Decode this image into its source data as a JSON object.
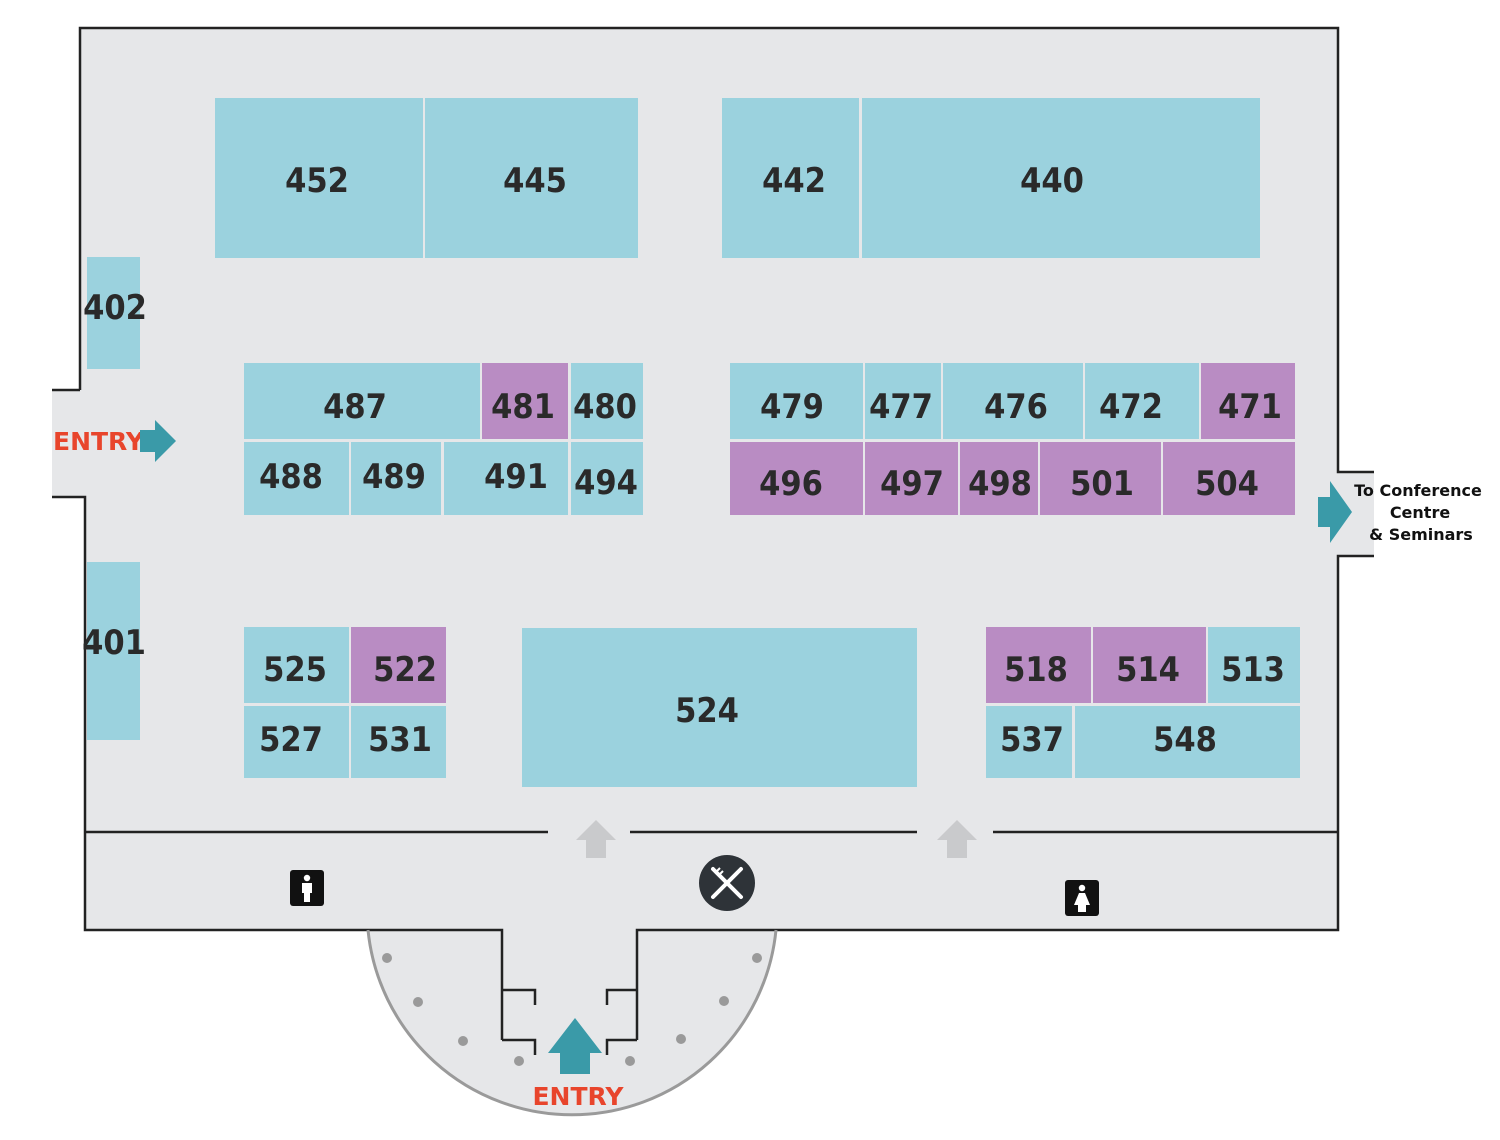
{
  "colors": {
    "floor": "#e6e7e9",
    "wall": "#222222",
    "stand_blue": "#9bd2de",
    "stand_purple": "#b98cc3",
    "arrow_teal": "#3a9aa8",
    "entry_red": "#e8452c",
    "label_dark": "#2a2a2a",
    "icon_dark": "#2e3338"
  },
  "stands": [
    {
      "id": "452",
      "color": "blue"
    },
    {
      "id": "445",
      "color": "blue"
    },
    {
      "id": "442",
      "color": "blue"
    },
    {
      "id": "440",
      "color": "blue"
    },
    {
      "id": "402",
      "color": "blue"
    },
    {
      "id": "401",
      "color": "blue"
    },
    {
      "id": "487",
      "color": "blue"
    },
    {
      "id": "481",
      "color": "purple"
    },
    {
      "id": "480",
      "color": "blue"
    },
    {
      "id": "488",
      "color": "blue"
    },
    {
      "id": "489",
      "color": "blue"
    },
    {
      "id": "491",
      "color": "blue"
    },
    {
      "id": "494",
      "color": "blue"
    },
    {
      "id": "479",
      "color": "blue"
    },
    {
      "id": "477",
      "color": "blue"
    },
    {
      "id": "476",
      "color": "blue"
    },
    {
      "id": "472",
      "color": "blue"
    },
    {
      "id": "471",
      "color": "purple"
    },
    {
      "id": "496",
      "color": "purple"
    },
    {
      "id": "497",
      "color": "purple"
    },
    {
      "id": "498",
      "color": "purple"
    },
    {
      "id": "501",
      "color": "purple"
    },
    {
      "id": "504",
      "color": "purple"
    },
    {
      "id": "525",
      "color": "blue"
    },
    {
      "id": "522",
      "color": "purple"
    },
    {
      "id": "527",
      "color": "blue"
    },
    {
      "id": "531",
      "color": "blue"
    },
    {
      "id": "524",
      "color": "blue"
    },
    {
      "id": "518",
      "color": "purple"
    },
    {
      "id": "514",
      "color": "purple"
    },
    {
      "id": "513",
      "color": "blue"
    },
    {
      "id": "537",
      "color": "blue"
    },
    {
      "id": "548",
      "color": "blue"
    }
  ],
  "labels": {
    "entry_west": "ENTRY",
    "entry_south": "ENTRY",
    "conference_line1": "To Conference",
    "conference_line2": "Centre",
    "conference_line3": "& Seminars"
  },
  "icons": {
    "mens_toilet": "mens-toilet-icon",
    "womens_toilet": "womens-toilet-icon",
    "food": "food-fork-knife-icon",
    "arrow": "arrow-icon"
  }
}
